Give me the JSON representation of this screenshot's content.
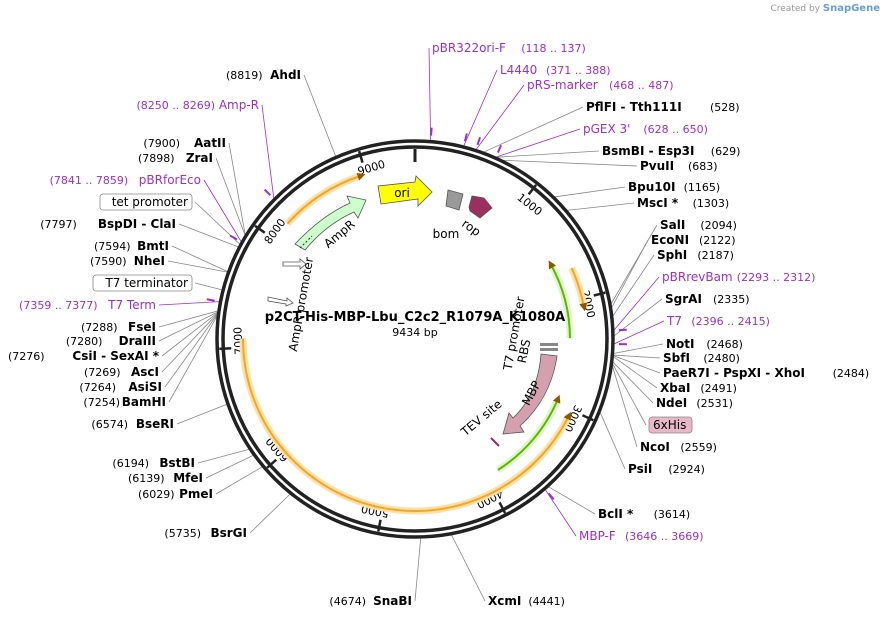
{
  "credit": {
    "prefix": "Created by",
    "brand": "SnapGene"
  },
  "plasmid": {
    "name": "p2CT-His-MBP-Lbu_C2c2_R1079A_K1080A",
    "length_label": "9434 bp"
  },
  "ticks": [
    "1000",
    "2000",
    "3000",
    "4000",
    "5000",
    "6000",
    "7000",
    "8000",
    "9000"
  ],
  "sites": [
    {
      "name": "pBR322ori-F",
      "range": "(118 .. 137)",
      "primer": true
    },
    {
      "name": "L4440",
      "range": "(371 .. 388)",
      "primer": true
    },
    {
      "name": "pRS-marker",
      "range": "(468 .. 487)",
      "primer": true
    },
    {
      "name": "PflFI - Tth111I",
      "pos": "(528)"
    },
    {
      "name": "pGEX 3'",
      "range": "(628 .. 650)",
      "primer": true
    },
    {
      "name": "BsmBI - Esp3I",
      "pos": "(629)"
    },
    {
      "name": "PvuII",
      "pos": "(683)"
    },
    {
      "name": "Bpu10I",
      "pos": "(1165)"
    },
    {
      "name": "MscI *",
      "pos": "(1303)"
    },
    {
      "name": "SalI",
      "pos": "(2094)"
    },
    {
      "name": "EcoNI",
      "pos": "(2122)"
    },
    {
      "name": "SphI",
      "pos": "(2187)"
    },
    {
      "name": "pBRrevBam",
      "range": "(2293 .. 2312)",
      "primer": true
    },
    {
      "name": "SgrAI",
      "pos": "(2335)"
    },
    {
      "name": "T7",
      "range": "(2396 .. 2415)",
      "primer": true
    },
    {
      "name": "NotI",
      "pos": "(2468)"
    },
    {
      "name": "SbfI",
      "pos": "(2480)"
    },
    {
      "name": "PaeR7I - PspXI - XhoI",
      "pos": "(2484)"
    },
    {
      "name": "XbaI",
      "pos": "(2491)"
    },
    {
      "name": "NdeI",
      "pos": "(2531)"
    },
    {
      "name": "6xHis",
      "boxed": "pink"
    },
    {
      "name": "NcoI",
      "pos": "(2559)"
    },
    {
      "name": "PsiI",
      "pos": "(2924)"
    },
    {
      "name": "BclI *",
      "pos": "(3614)"
    },
    {
      "name": "MBP-F",
      "range": "(3646 .. 3669)",
      "primer": true
    },
    {
      "name": "XcmI",
      "pos": "(4441)"
    },
    {
      "name": "SnaBI",
      "pos": "(4674)"
    },
    {
      "name": "BsrGI",
      "pos": "(5735)"
    },
    {
      "name": "PmeI",
      "pos": "(6029)"
    },
    {
      "name": "MfeI",
      "pos": "(6139)"
    },
    {
      "name": "BstBI",
      "pos": "(6194)"
    },
    {
      "name": "BseRI",
      "pos": "(6574)"
    },
    {
      "name": "BamHI",
      "pos": "(7254)"
    },
    {
      "name": "AsiSI",
      "pos": "(7264)"
    },
    {
      "name": "AscI",
      "pos": "(7269)"
    },
    {
      "name": "CsiI - SexAI *",
      "pos": "(7276)"
    },
    {
      "name": "DraIII",
      "pos": "(7280)"
    },
    {
      "name": "FseI",
      "pos": "(7288)"
    },
    {
      "name": "T7 Term",
      "range": "(7359 .. 7377)",
      "primer": true
    },
    {
      "name": "T7 terminator",
      "boxed": "white"
    },
    {
      "name": "NheI",
      "pos": "(7590)"
    },
    {
      "name": "BmtI",
      "pos": "(7594)"
    },
    {
      "name": "BspDI - ClaI",
      "pos": "(7797)"
    },
    {
      "name": "tet promoter",
      "boxed": "white"
    },
    {
      "name": "pBRforEco",
      "range": "(7841 .. 7859)",
      "primer": true
    },
    {
      "name": "ZraI",
      "pos": "(7898)"
    },
    {
      "name": "AatII",
      "pos": "(7900)"
    },
    {
      "name": "Amp-R",
      "range": "(8250 .. 8269)",
      "primer": true
    },
    {
      "name": "AhdI",
      "pos": "(8819)"
    }
  ],
  "features": {
    "ori": "ori",
    "bom": "bom",
    "rop": "rop",
    "ampr": "AmpR",
    "ampr_promoter": "AmpR promoter",
    "t7_promoter": "T7 promoter",
    "rbs": "RBS",
    "mbp": "MBP",
    "tev": "TEV site"
  },
  "colors": {
    "primer": "#9b30d0",
    "ori": "#ffff00",
    "ampr": "#ccffcc",
    "mbp": "#d4a0b0",
    "rop": "#9b3060",
    "bom": "#999999",
    "orange_feature": "#f5a623",
    "green_feature": "#5cb800"
  }
}
